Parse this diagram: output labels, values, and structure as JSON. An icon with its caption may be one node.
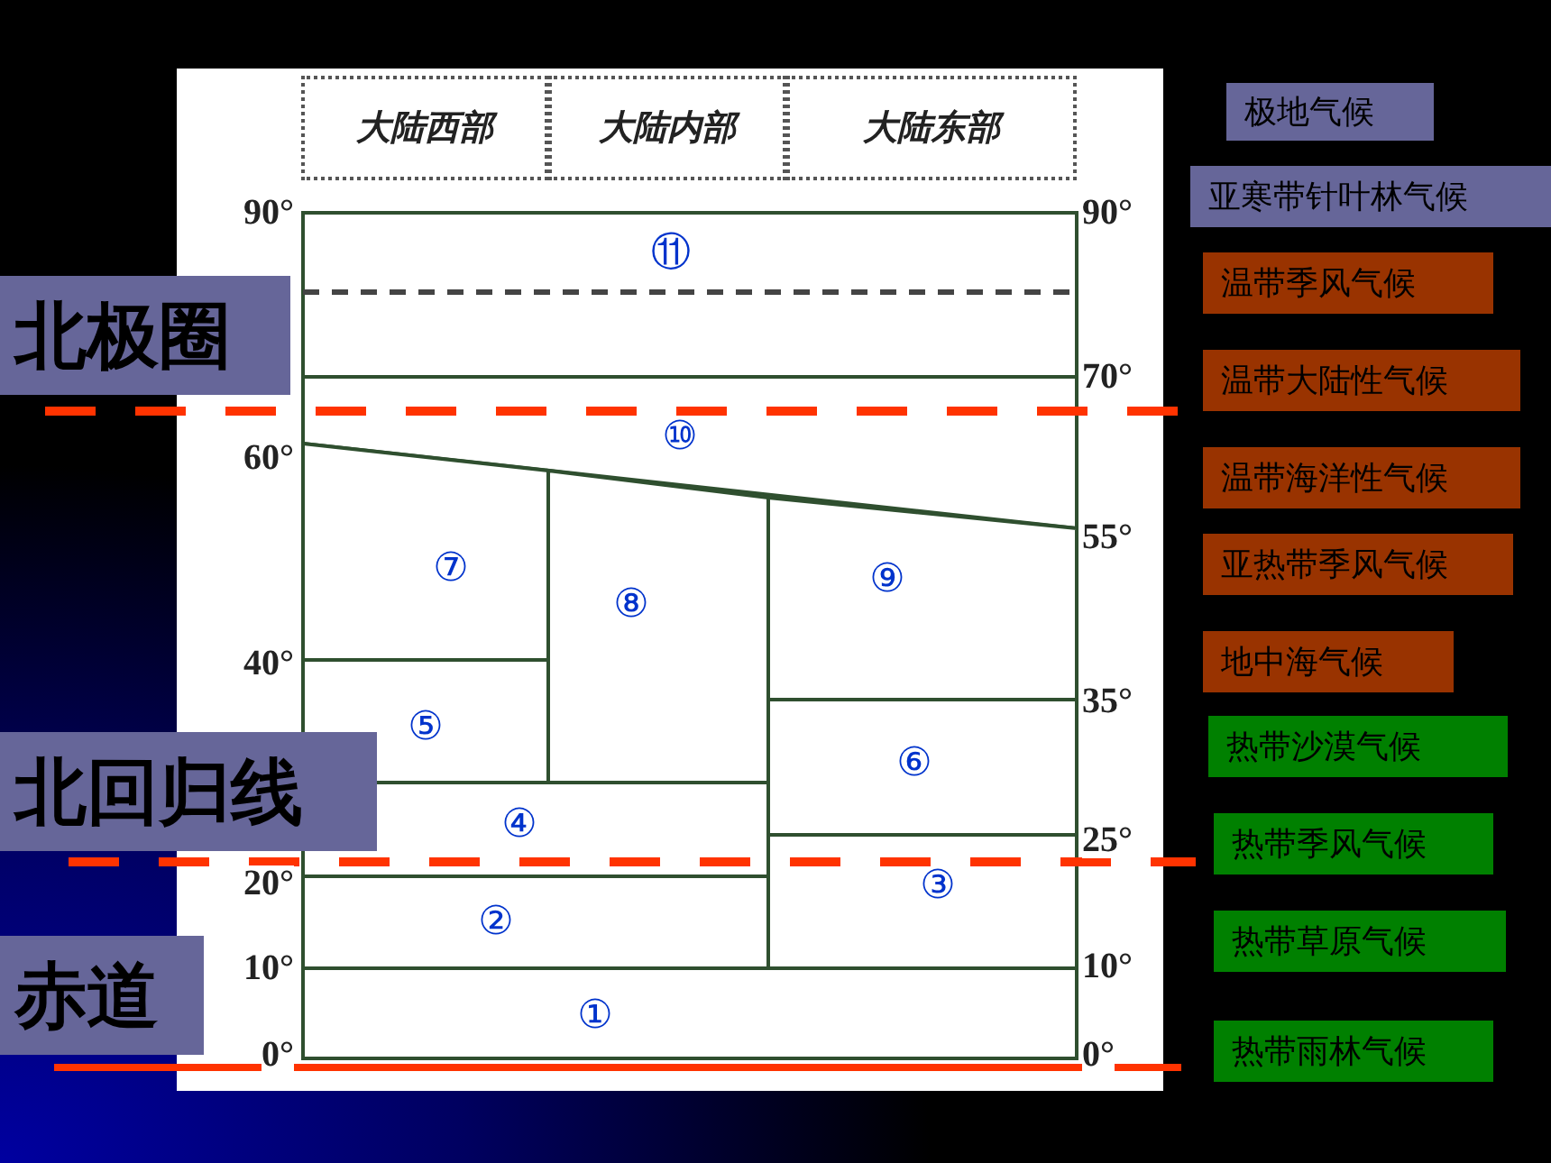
{
  "diagram": {
    "nodes": [
      {
        "text": [
          "大陆西部"
        ]
      },
      {
        "text": [
          "大陆内部"
        ]
      },
      {
        "text": [
          "大陆东部"
        ]
      },
      {
        "text": [
          "⑪"
        ]
      },
      {
        "text": [
          "⑩"
        ]
      },
      {
        "text": [
          "⑦"
        ]
      },
      {
        "text": [
          "⑧"
        ]
      },
      {
        "text": [
          "⑨"
        ]
      },
      {
        "text": [
          "⑤"
        ]
      },
      {
        "text": [
          "⑥"
        ]
      },
      {
        "text": [
          "④"
        ]
      },
      {
        "text": [
          "③"
        ]
      },
      {
        "text": [
          "②"
        ]
      },
      {
        "text": [
          "①"
        ]
      },
      {
        "text": [
          "北极圈"
        ]
      },
      {
        "text": [
          "北回归线"
        ]
      },
      {
        "text": [
          "赤道"
        ]
      },
      {
        "text": [
          "极地气候"
        ]
      },
      {
        "text": [
          "亚寒带针叶林气候"
        ]
      },
      {
        "text": [
          "温带季风气候"
        ]
      },
      {
        "text": [
          "温带大陆性气候"
        ]
      },
      {
        "text": [
          "温带海洋性气候"
        ]
      },
      {
        "text": [
          "亚热带季风气候"
        ]
      },
      {
        "text": [
          "地中海气候"
        ]
      },
      {
        "text": [
          "热带沙漠气候"
        ]
      },
      {
        "text": [
          "热带季风气候"
        ]
      },
      {
        "text": [
          "热带草原气候"
        ]
      },
      {
        "text": [
          "热带雨林气候"
        ]
      }
    ],
    "edges": [],
    "labels": [
      "90°",
      "90°",
      "70°",
      "60°",
      "55°",
      "40°",
      "35°",
      "25°",
      "20°",
      "10°",
      "10°",
      "0°",
      "0°"
    ]
  }
}
